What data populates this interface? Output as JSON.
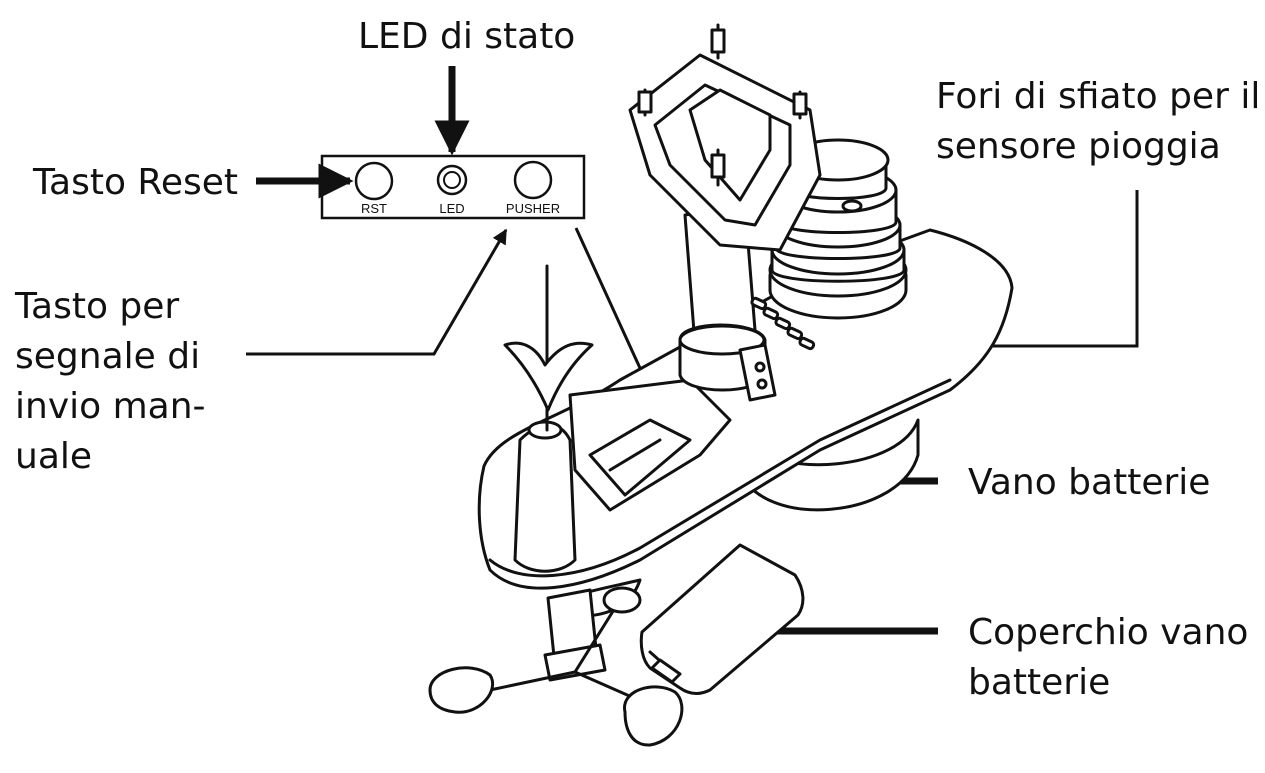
{
  "labels": {
    "led_status": "LED di stato",
    "reset_button": "Tasto Reset",
    "manual_signal_button": [
      "Tasto per",
      "segnale di",
      "invio man-",
      "uale"
    ],
    "rain_sensor_vents": [
      "Fori di sfiato per il",
      "sensore pioggia"
    ],
    "battery_compartment": "Vano batterie",
    "battery_cover": [
      "Coperchio vano",
      "batterie"
    ]
  },
  "panel": {
    "rst": "RST",
    "led": "LED",
    "pusher": "PUSHER"
  },
  "colors": {
    "line": "#111111",
    "background": "#ffffff"
  }
}
